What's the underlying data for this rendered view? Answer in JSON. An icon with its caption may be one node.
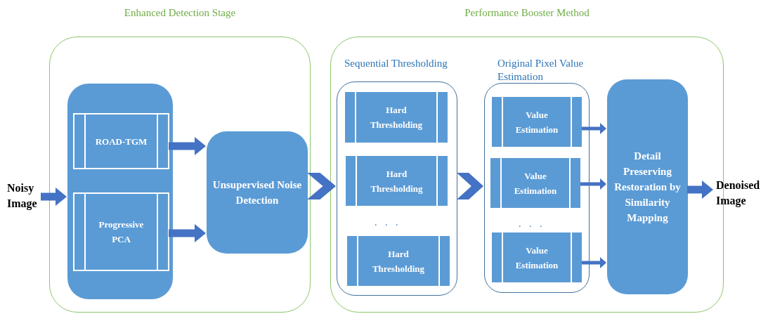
{
  "diagram": {
    "nodes": [
      {
        "text": [
          "Enhanced Detection Stage"
        ]
      },
      {
        "text": [],
        "shape": "box",
        "in": 0
      },
      {
        "text": [
          "ROAD-TGM"
        ],
        "in": 1
      },
      {
        "text": [
          "Progressive PCA"
        ],
        "in": 1
      },
      {
        "text": [
          "Unsupervised Noise Detection"
        ],
        "in": 0
      },
      {
        "text": [
          "Performance Booster Method"
        ]
      },
      {
        "text": [
          "Sequential Thresholding"
        ],
        "in": 5
      },
      {
        "text": [
          "Hard Thresholding"
        ],
        "in": 6
      },
      {
        "text": [
          "Hard Thresholding"
        ],
        "in": 6
      },
      {
        "text": [
          "Hard Thresholding"
        ],
        "in": 6
      },
      {
        "text": [
          "Original Pixel Value Estimation"
        ],
        "in": 5
      },
      {
        "text": [
          "Value Estimation"
        ],
        "in": 10
      },
      {
        "text": [
          "Value Estimation"
        ],
        "in": 10
      },
      {
        "text": [
          "Value Estimation"
        ],
        "in": 10
      },
      {
        "text": [
          "Detail Preserving Restoration by Similarity Mapping"
        ],
        "in": 5
      },
      {
        "text": [
          "Noisy Image"
        ]
      },
      {
        "text": [
          "Denoised Image"
        ]
      }
    ],
    "edges": [
      {
        "from": 15,
        "to": 1,
        "arrow": "to"
      },
      {
        "from": 2,
        "to": 4,
        "arrow": "to"
      },
      {
        "from": 3,
        "to": 4,
        "arrow": "to"
      },
      {
        "from": 4,
        "to": 6,
        "arrow": "to"
      },
      {
        "from": 6,
        "to": 10,
        "arrow": "to"
      },
      {
        "from": 11,
        "to": 14,
        "arrow": "to"
      },
      {
        "from": 12,
        "to": 14,
        "arrow": "to"
      },
      {
        "from": 13,
        "to": 14,
        "arrow": "to"
      },
      {
        "from": 14,
        "to": 16,
        "arrow": "to"
      }
    ],
    "labels": [
      ". . .",
      ". . ."
    ]
  }
}
